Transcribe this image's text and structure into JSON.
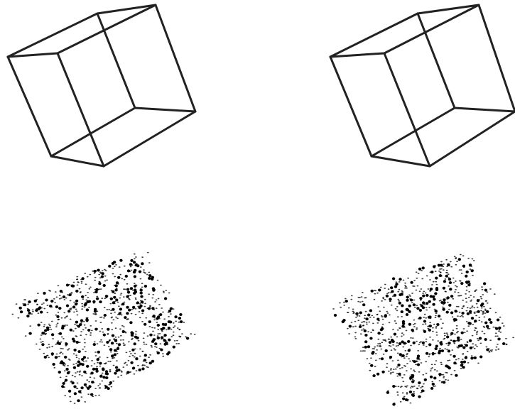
{
  "figure": {
    "panels": [
      {
        "id": "top-left",
        "style": "wireframe"
      },
      {
        "id": "top-right",
        "style": "wireframe"
      },
      {
        "id": "bottom-left",
        "style": "dot-cloud"
      },
      {
        "id": "bottom-right",
        "style": "dot-cloud"
      }
    ],
    "colors": {
      "background": "#ffffff",
      "stroke": "#222222",
      "dots": "#000000"
    }
  }
}
